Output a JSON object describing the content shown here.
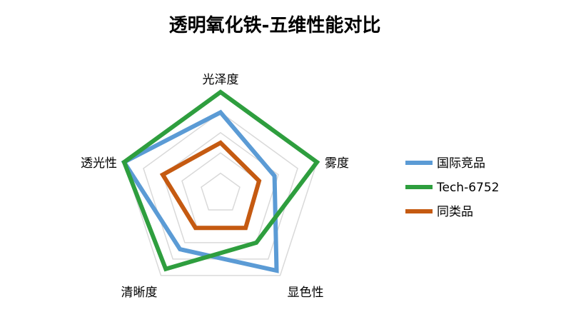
{
  "chart_data": {
    "type": "radar",
    "title": "透明氧化铁-五维性能对比",
    "axes": [
      "光泽度",
      "雾度",
      "显色性",
      "清晰度",
      "透光性"
    ],
    "rlim": [
      0,
      5
    ],
    "grid": true,
    "legend_position": "right",
    "series": [
      {
        "name": "国际竞品",
        "color": "#5b9bd5",
        "values": [
          4.0,
          2.8,
          4.7,
          3.4,
          5.0
        ]
      },
      {
        "name": "Tech-6752",
        "color": "#2e9e3e",
        "values": [
          5.0,
          5.0,
          3.0,
          4.6,
          5.0
        ]
      },
      {
        "name": "同类品",
        "color": "#c55a11",
        "values": [
          2.5,
          2.0,
          2.1,
          2.1,
          3.0
        ]
      }
    ]
  }
}
